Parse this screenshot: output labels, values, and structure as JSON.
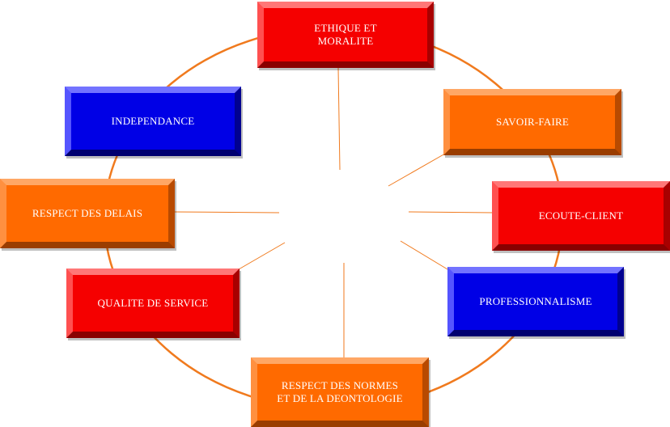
{
  "diagram": {
    "colors": {
      "red": "#f50000",
      "orange": "#ff6a00",
      "blue": "#0000e6",
      "ring": "#f07a1e"
    },
    "nodes": [
      {
        "id": "ethique",
        "label": "ETHIQUE ET MORALITE",
        "color": "red"
      },
      {
        "id": "savoir-faire",
        "label": "SAVOIR-FAIRE",
        "color": "orange"
      },
      {
        "id": "ecoute-client",
        "label": "ECOUTE-CLIENT",
        "color": "red"
      },
      {
        "id": "professionnalisme",
        "label": "PROFESSIONNALISME",
        "color": "blue"
      },
      {
        "id": "respect-normes",
        "label": "RESPECT DES NORMES ET DE LA DEONTOLOGIE",
        "color": "orange"
      },
      {
        "id": "qualite-service",
        "label": "QUALITE DE SERVICE",
        "color": "red"
      },
      {
        "id": "respect-delais",
        "label": "RESPECT DES DELAIS",
        "color": "orange"
      },
      {
        "id": "independance",
        "label": "INDEPENDANCE",
        "color": "blue"
      }
    ]
  }
}
